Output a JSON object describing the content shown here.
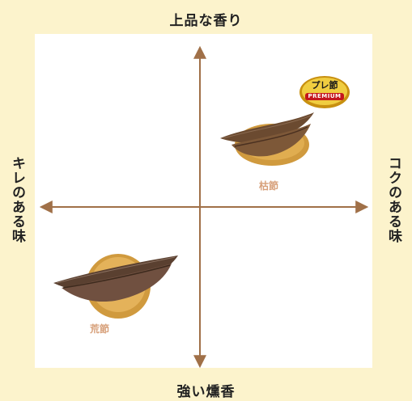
{
  "axes": {
    "top": "上品な香り",
    "bottom": "強い燻香",
    "left": "キレのある味",
    "right": "コクのある味"
  },
  "items": {
    "karebushi": {
      "label": "枯節"
    },
    "arabushi": {
      "label": "荒節"
    }
  },
  "badge": {
    "main": "プレ節",
    "sub": "PREMIUM"
  },
  "colors": {
    "background": "#fcf3cc",
    "axis": "#a07048",
    "label": "#d7a07a",
    "badge_gold": "#d9a520",
    "badge_red": "#c4161c"
  }
}
